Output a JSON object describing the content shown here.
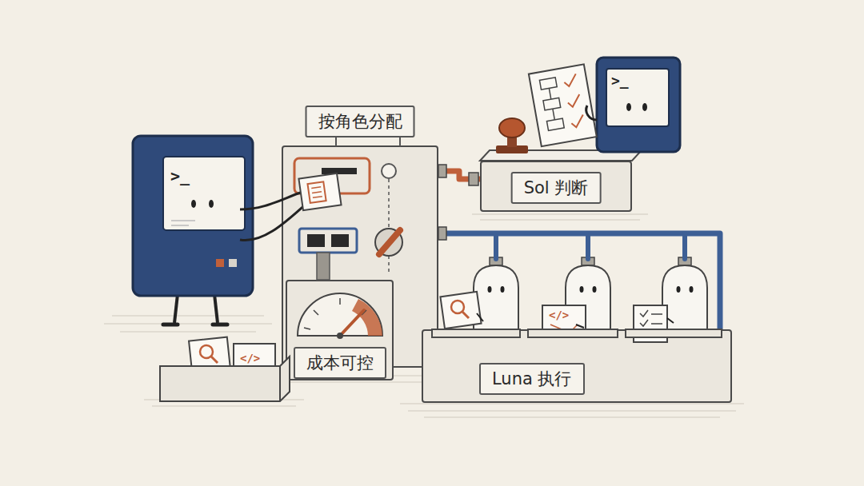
{
  "diagram": {
    "nodes": [
      {
        "text": [
          "按角色分配"
        ]
      },
      {
        "text": [
          "Sol 判断"
        ]
      },
      {
        "text": [
          "成本可控"
        ]
      },
      {
        "text": [
          "Luna 执行"
        ]
      }
    ],
    "edges": [
      {
        "from": 0,
        "to": 1,
        "arrow": "none"
      },
      {
        "from": 0,
        "to": 3,
        "arrow": "none"
      }
    ],
    "labels": [
      ">_",
      ">_",
      "</>",
      "</>"
    ]
  }
}
